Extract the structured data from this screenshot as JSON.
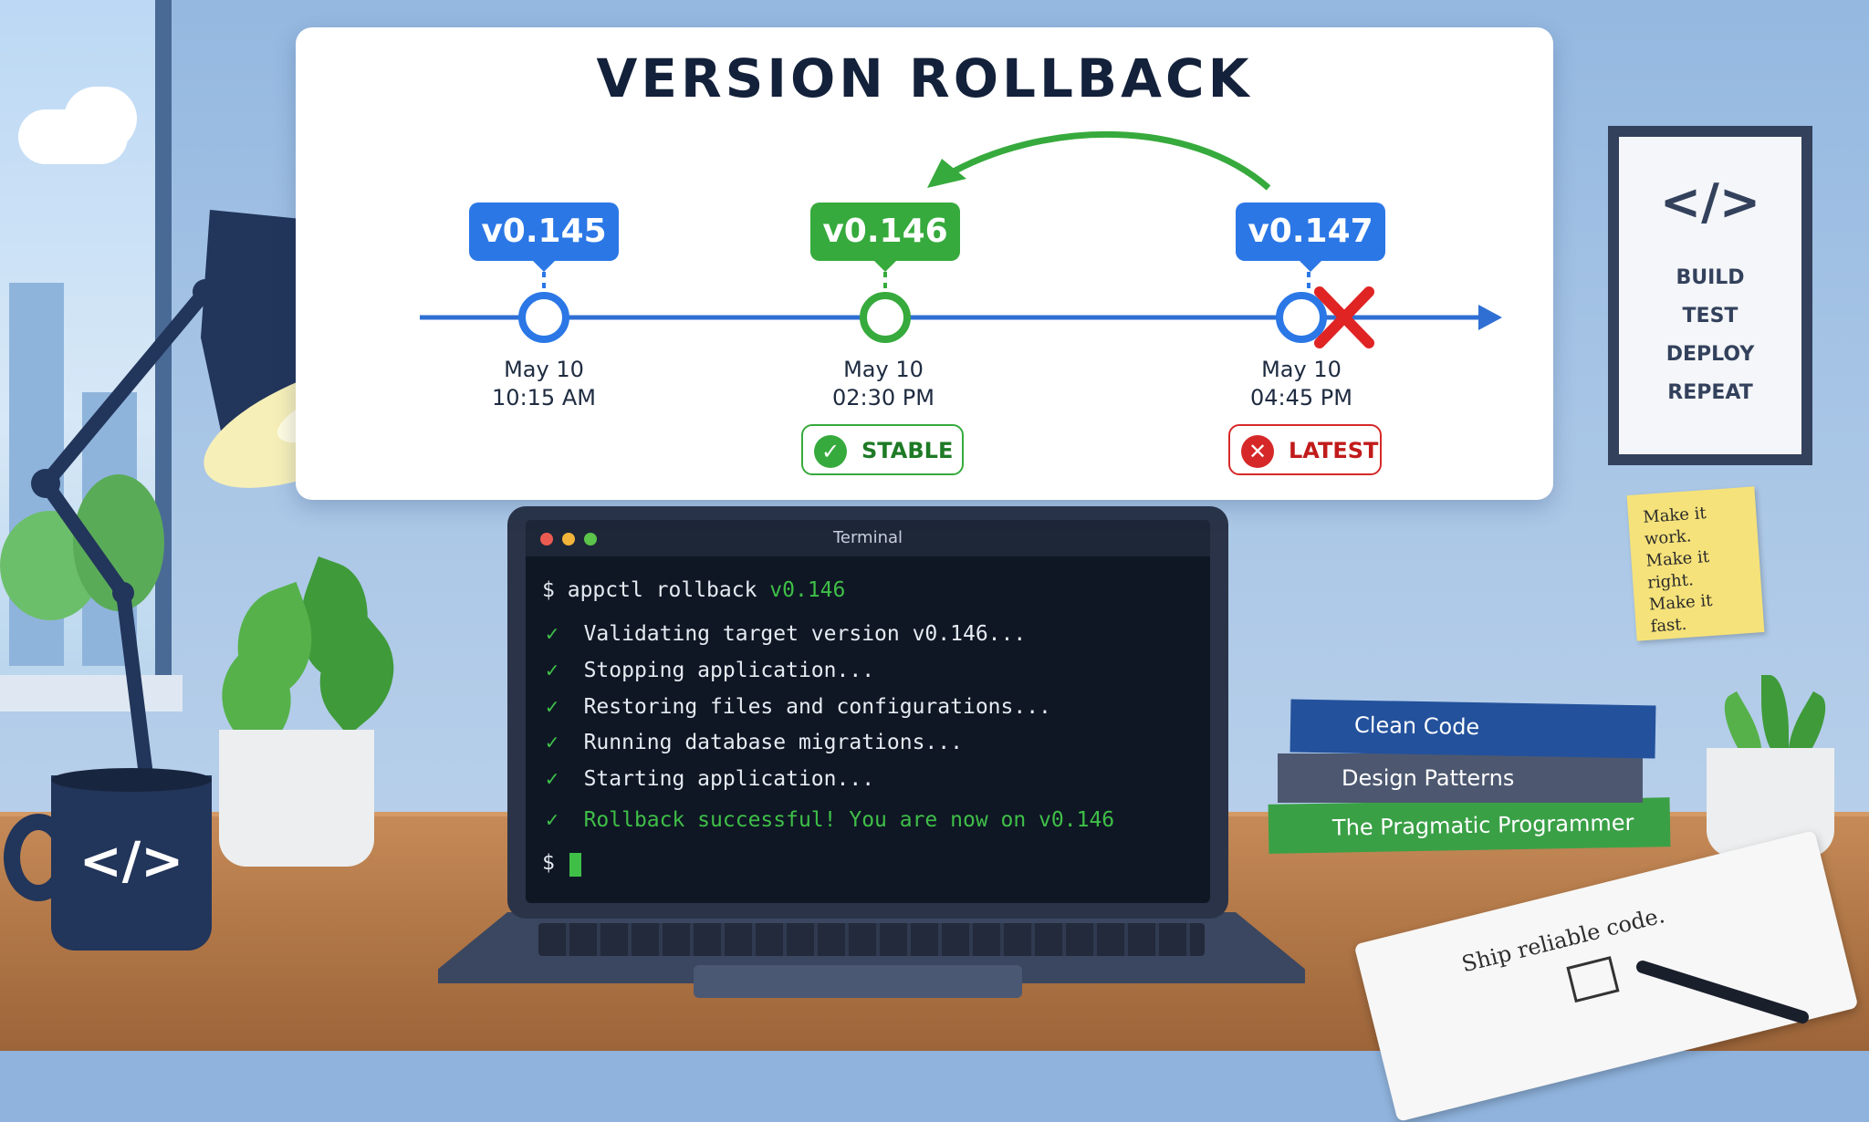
{
  "title": "VERSION ROLLBACK",
  "timeline": {
    "versions": [
      {
        "label": "v0.145",
        "date": "May 10",
        "time": "10:15 AM"
      },
      {
        "label": "v0.146",
        "date": "May 10",
        "time": "02:30 PM",
        "badge": "STABLE"
      },
      {
        "label": "v0.147",
        "date": "May 10",
        "time": "04:45 PM",
        "badge": "LATEST"
      }
    ]
  },
  "terminal": {
    "title": "Terminal",
    "prompt": "$",
    "command": "appctl rollback",
    "command_arg": "v0.146",
    "steps": [
      "Validating target version v0.146...",
      "Stopping application...",
      "Restoring files and configurations...",
      "Running database migrations...",
      "Starting application..."
    ],
    "success": "Rollback successful! You are now on v0.146"
  },
  "books": [
    "Clean Code",
    "Design Patterns",
    "The Pragmatic Programmer"
  ],
  "poster": {
    "symbol": "</>",
    "lines": [
      "BUILD",
      "TEST",
      "DEPLOY",
      "REPEAT"
    ]
  },
  "sticky_note": [
    "Make it",
    "work.",
    "Make it",
    "right.",
    "Make it",
    "fast."
  ],
  "notebook_text": "Ship reliable code.",
  "mug_symbol": "</>",
  "colors": {
    "blue": "#2b77e6",
    "green": "#36aa3c",
    "red": "#d62828",
    "terminal_bg": "#0f1724"
  },
  "icons": [
    "check-icon",
    "x-icon",
    "rollback-arrow-icon",
    "code-icon"
  ]
}
